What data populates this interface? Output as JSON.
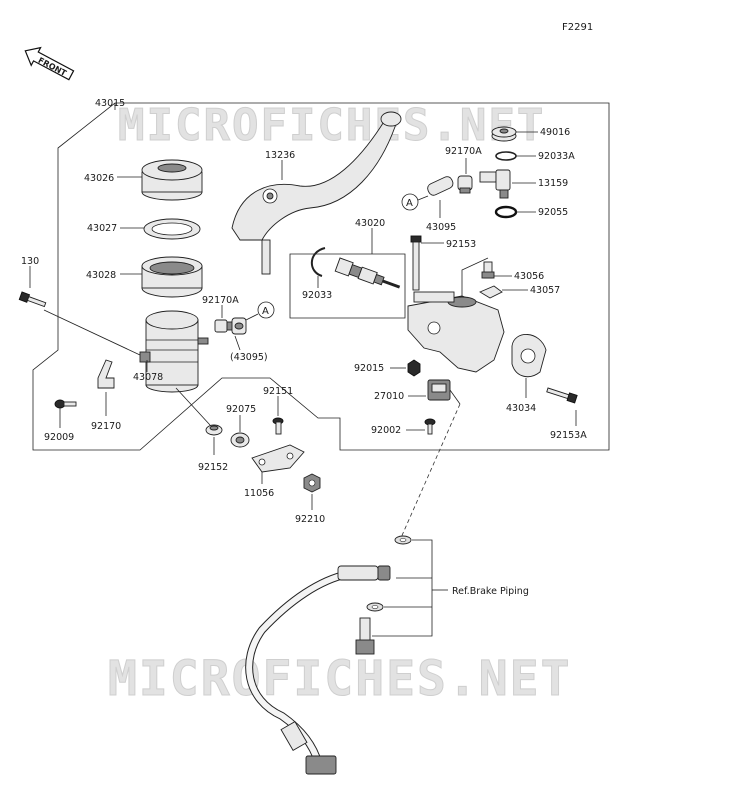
{
  "figure_code": "F2291",
  "front_label": "FRONT",
  "watermark": "MICROFICHES.NET",
  "ref_note": "Ref.Brake Piping",
  "parts": {
    "p43015": "43015",
    "p43026": "43026",
    "p43027": "43027",
    "p43028": "43028",
    "p130": "130",
    "p92170A_left": "92170A",
    "p43095_paren": "(43095)",
    "p43078": "43078",
    "p92009": "92009",
    "p92170": "92170",
    "p92152": "92152",
    "p92075": "92075",
    "p92151": "92151",
    "p11056": "11056",
    "p92210": "92210",
    "p13236": "13236",
    "p43020": "43020",
    "p92033": "92033",
    "p92170A_right": "92170A",
    "p43095": "43095",
    "p92153": "92153",
    "p49016": "49016",
    "p92033A": "92033A",
    "p13159": "13159",
    "p92055": "92055",
    "p43056": "43056",
    "p43057": "43057",
    "p92015": "92015",
    "p27010": "27010",
    "p92002": "92002",
    "p43034": "43034",
    "p92153A": "92153A"
  },
  "callouts": {
    "a_upper": "A",
    "a_lower": "A"
  }
}
